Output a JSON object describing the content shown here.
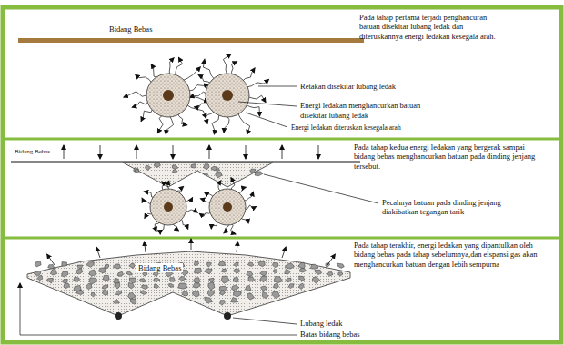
{
  "diagram": {
    "nodes": [
      {
        "text": [
          "Pada tahap pertama terjadi penghancuran batuan disekitar lubang ledak dan diteruskannya energi ledakan kesegala arah."
        ]
      },
      {
        "text": [
          "Pada tahap kedua energi ledakan yang bergerak sampai bidang bebas menghancurkan batuan pada dinding jenjang tersebut."
        ]
      },
      {
        "text": [
          "Pada tahap terakhir, energi ledakan yang dipantulkan oleh bidang bebas pada tahap sebelumnya,dan elspansi gas akan menghancurkan batuan dengan lebih sempurna"
        ]
      }
    ],
    "labels": [
      "Bidang Bebas",
      "Retakan disekitar lubang ledak",
      "Energi ledakan menghancurkan batuan",
      "disekitar lubang ledak",
      "Energi ledakan diteruskan kesegala arah",
      "Bidang Bebas",
      "Pecahnya batuan pada dinding jenjang diakibatkan tegangan tarik",
      "Bidang Bebas",
      "Lubang ledak",
      "Batas bidang bebas"
    ]
  }
}
